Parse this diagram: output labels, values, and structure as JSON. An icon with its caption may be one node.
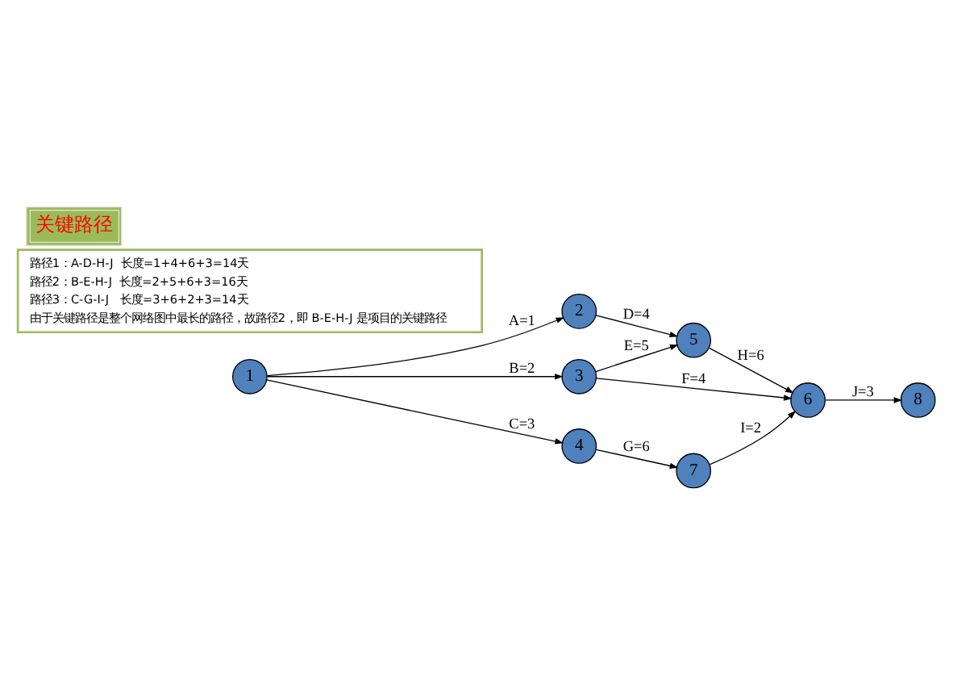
{
  "diagram": {
    "title": "关键路径",
    "nodes": [
      {
        "text": [
          "1"
        ]
      },
      {
        "text": [
          "2"
        ]
      },
      {
        "text": [
          "3"
        ]
      },
      {
        "text": [
          "4"
        ]
      },
      {
        "text": [
          "5"
        ]
      },
      {
        "text": [
          "6"
        ]
      },
      {
        "text": [
          "7"
        ]
      },
      {
        "text": [
          "8"
        ]
      },
      {
        "text": [
          "路径1：A-D-H-J  长度=1+4+6+3=14天",
          "路径2：B-E-H-J  长度=2+5+6+3=16天",
          "路径3：C-G-I-J   长度=3+6+2+3=14天",
          "由于关键路径是整个网络图中最长的路径，故路径2，即 B-E-H-J 是项目的关键路径"
        ]
      }
    ],
    "edges": [
      {
        "from": 0,
        "to": 1,
        "arrow": "to",
        "label": "A=1"
      },
      {
        "from": 0,
        "to": 2,
        "arrow": "to",
        "label": "B=2"
      },
      {
        "from": 0,
        "to": 3,
        "arrow": "to",
        "label": "C=3"
      },
      {
        "from": 1,
        "to": 4,
        "arrow": "to",
        "label": "D=4"
      },
      {
        "from": 2,
        "to": 4,
        "arrow": "to",
        "label": "E=5"
      },
      {
        "from": 2,
        "to": 5,
        "arrow": "to",
        "label": "F=4"
      },
      {
        "from": 3,
        "to": 6,
        "arrow": "to",
        "label": "G=6"
      },
      {
        "from": 4,
        "to": 5,
        "arrow": "to",
        "label": "H=6"
      },
      {
        "from": 6,
        "to": 5,
        "arrow": "to",
        "label": "I=2"
      },
      {
        "from": 5,
        "to": 7,
        "arrow": "to",
        "label": "J=3"
      }
    ]
  }
}
